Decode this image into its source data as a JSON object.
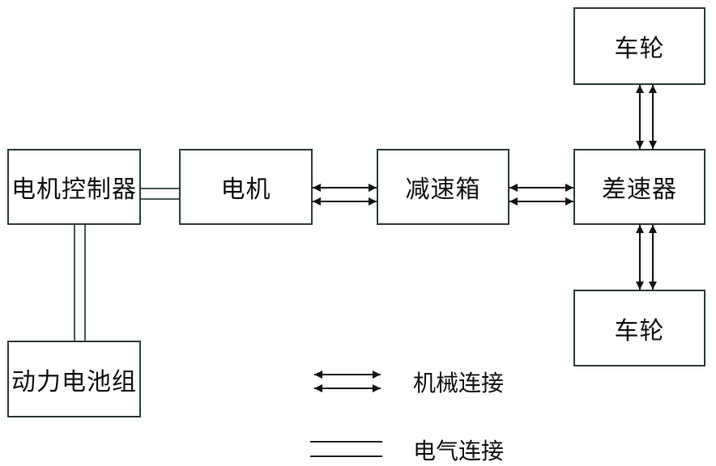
{
  "diagram": {
    "nodes": {
      "motor_controller": "电机控制器",
      "motor": "电机",
      "reducer": "减速箱",
      "differential": "差速器",
      "wheel_top": "车轮",
      "wheel_bottom": "车轮",
      "battery_pack": "动力电池组"
    },
    "edges": [
      {
        "from": "motor_controller",
        "to": "motor",
        "type": "electrical"
      },
      {
        "from": "motor_controller",
        "to": "battery_pack",
        "type": "electrical"
      },
      {
        "from": "motor",
        "to": "reducer",
        "type": "mechanical"
      },
      {
        "from": "reducer",
        "to": "differential",
        "type": "mechanical"
      },
      {
        "from": "differential",
        "to": "wheel_top",
        "type": "mechanical"
      },
      {
        "from": "differential",
        "to": "wheel_bottom",
        "type": "mechanical"
      }
    ],
    "legend": {
      "mechanical": "机械连接",
      "electrical": "电气连接"
    },
    "colors": {
      "line": "#2f3b3d",
      "background": "#ffffff"
    }
  }
}
